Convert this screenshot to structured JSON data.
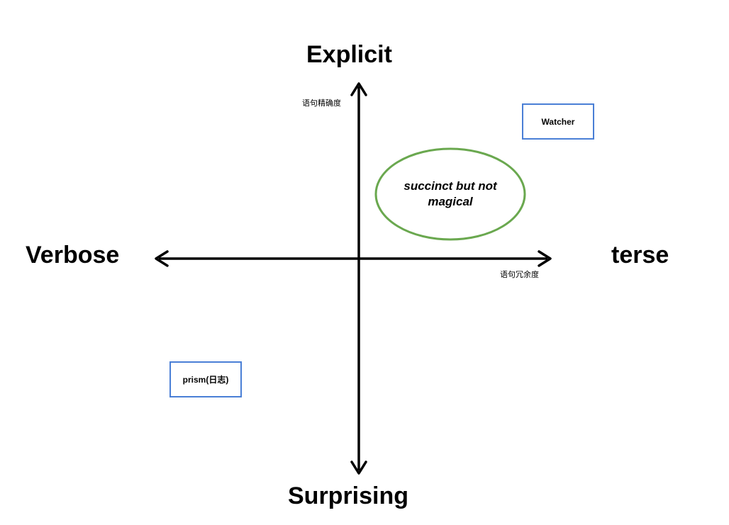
{
  "poles": {
    "top": "Explicit",
    "bottom": "Surprising",
    "left": "Verbose",
    "right": "terse"
  },
  "axis_captions": {
    "vertical": "语句精确度",
    "horizontal": "语句冗余度"
  },
  "items": {
    "watcher": "Watcher",
    "prism": "prism(日志)"
  },
  "ellipse": {
    "label_line1": "succinct but not",
    "label_line2": "magical"
  },
  "colors": {
    "box_border": "#4a7fd6",
    "ellipse_border": "#6aa84f",
    "axis": "#000000"
  }
}
